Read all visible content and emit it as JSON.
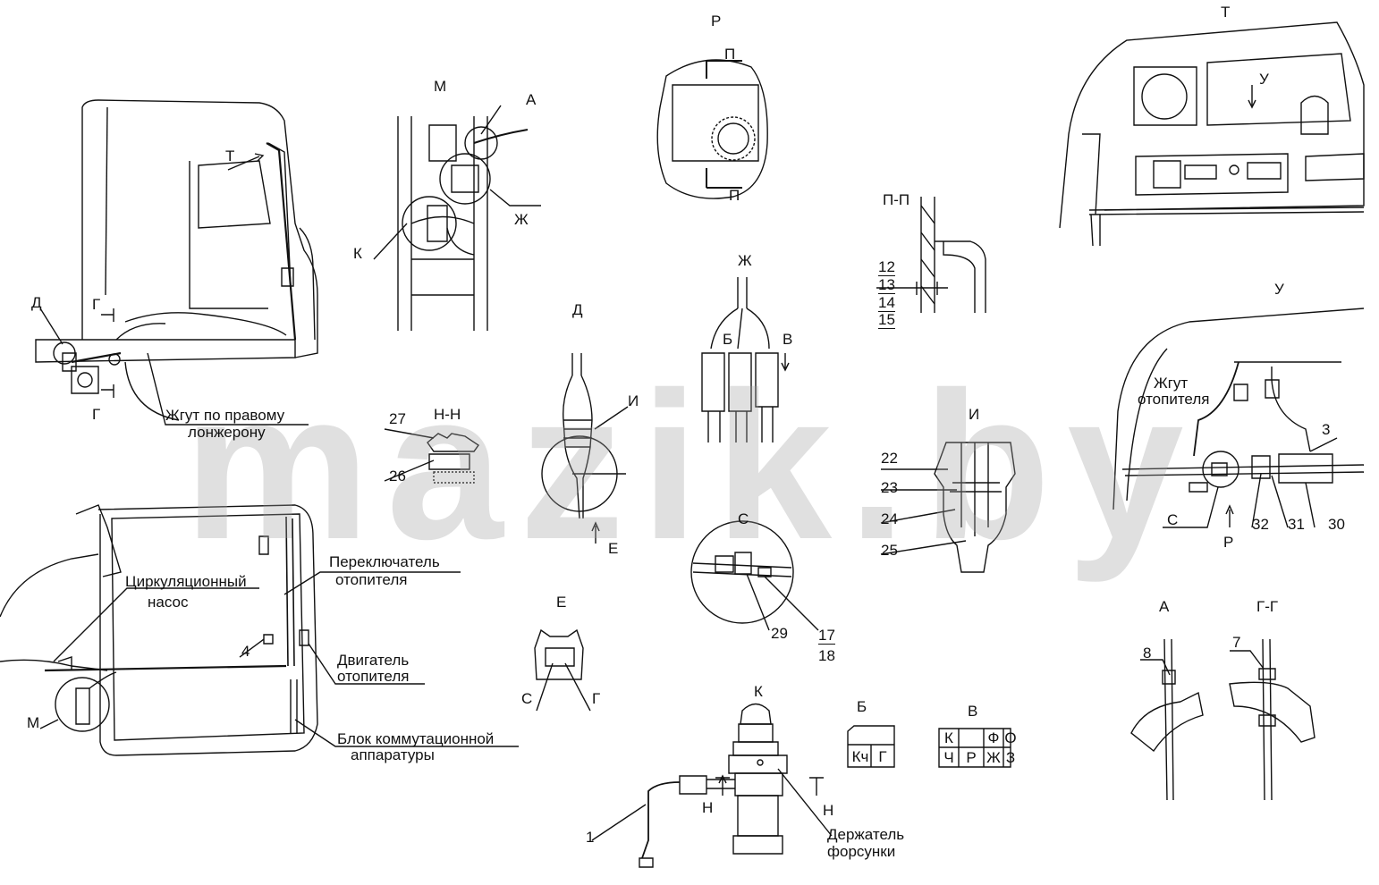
{
  "watermark": "mazik.by",
  "view_labels": {
    "M": "М",
    "A_top": "А",
    "P": "Р",
    "T": "Т",
    "PP": "П-П",
    "U": "У",
    "Zh": "Ж",
    "D": "Д",
    "NN": "Н-Н",
    "I": "И",
    "S": "С",
    "E": "Е",
    "K": "К",
    "B": "Б",
    "V": "В",
    "A_bottom": "А",
    "GG": "Г-Г"
  },
  "leaders": {
    "A": "А",
    "Zh": "Ж",
    "K": "К",
    "P1": "П",
    "P2": "П",
    "T": "Т",
    "U": "У",
    "D": "Д",
    "G1": "Г",
    "G2": "Г",
    "B": "Б",
    "V": "В",
    "I": "И",
    "E": "Е",
    "S": "С",
    "G": "Г",
    "P_arrow": "Р",
    "S_leader": "С",
    "M": "М",
    "N1": "Н",
    "N2": "Н"
  },
  "callouts": {
    "zhgut_pravomu_1": "Жгут по правому",
    "zhgut_pravomu_2": "лонжерону",
    "zhgut_otop_1": "Жгут",
    "zhgut_otop_2": "отопителя",
    "pump_1": "Циркуляционный",
    "pump_2": "насос",
    "switch_1": "Переключатель",
    "switch_2": "отопителя",
    "motor_1": "Двигатель",
    "motor_2": "отопителя",
    "block_1": "Блок коммутационной",
    "block_2": "аппаратуры",
    "holder_1": "Держатель",
    "holder_2": "форсунки"
  },
  "numbers": {
    "n1": "1",
    "n3": "3",
    "n4": "4",
    "n7": "7",
    "n8": "8",
    "n12": "12",
    "n13": "13",
    "n14": "14",
    "n15": "15",
    "n17": "17",
    "n18": "18",
    "n22": "22",
    "n23": "23",
    "n24": "24",
    "n25": "25",
    "n26": "26",
    "n27": "27",
    "n29": "29",
    "n30": "30",
    "n31": "31",
    "n32": "32"
  },
  "connector_B": [
    "Кч",
    "Г"
  ],
  "connector_V": {
    "row1": [
      "К",
      "",
      "Ф",
      "О"
    ],
    "row2": [
      "Ч",
      "Р",
      "Ж",
      "З"
    ]
  }
}
